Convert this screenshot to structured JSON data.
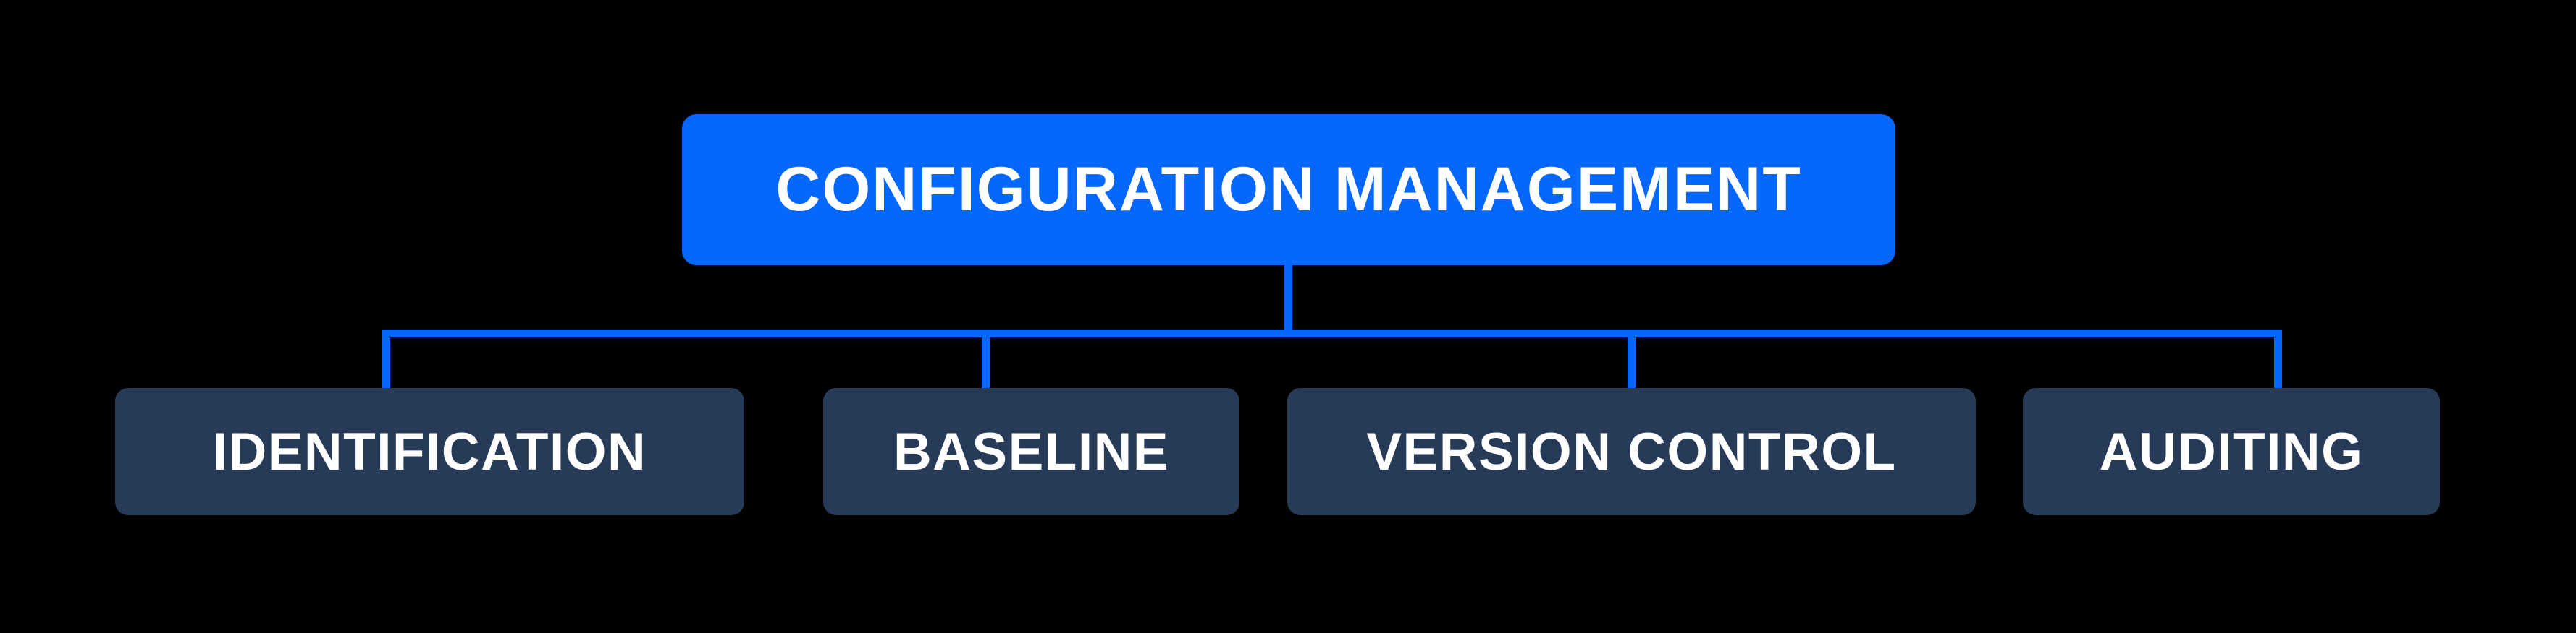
{
  "diagram": {
    "title": "Configuration management hierarchy diagram",
    "background_color": "#000000",
    "connector_color": "#0667fd",
    "root": {
      "label": "CONFIGURATION MANAGEMENT",
      "fill_color": "#0667fd",
      "text_color": "#ffffff"
    },
    "children": [
      {
        "label": "IDENTIFICATION"
      },
      {
        "label": "BASELINE"
      },
      {
        "label": "VERSION CONTROL"
      },
      {
        "label": "AUDITING"
      }
    ],
    "child_fill_color": "#273a58",
    "child_text_color": "#ffffff"
  }
}
